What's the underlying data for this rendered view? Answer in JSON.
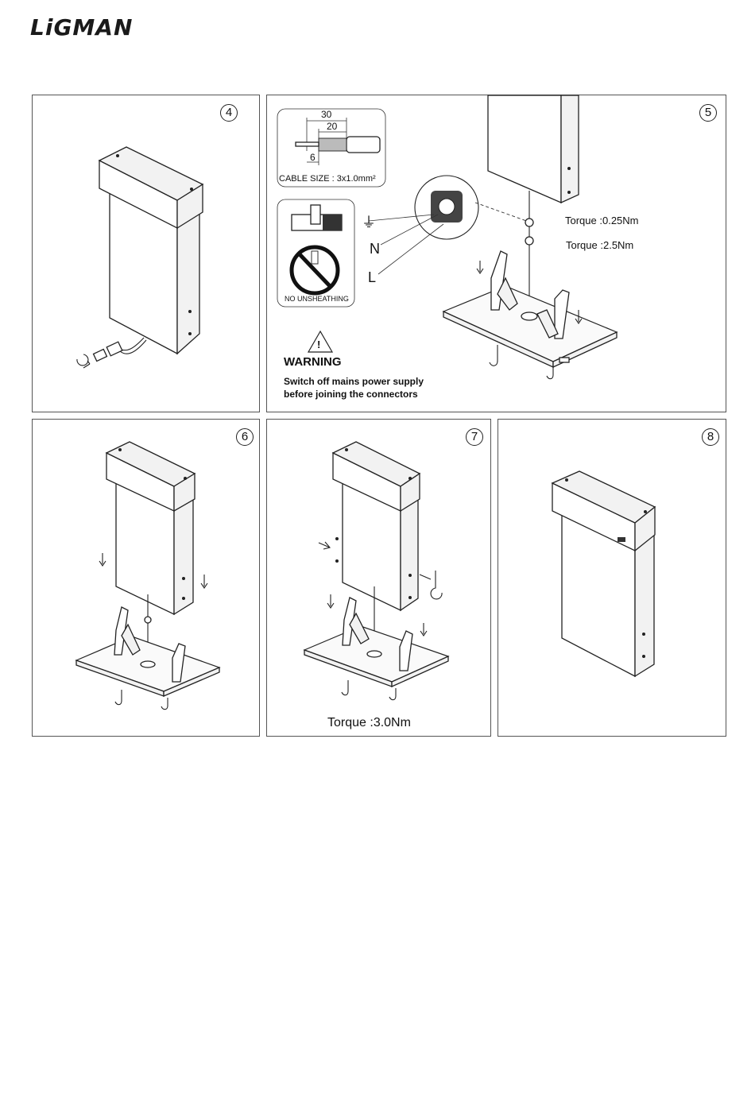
{
  "brand": {
    "logo_text": "LiGMAN"
  },
  "steps": {
    "s4": "4",
    "s5": "5",
    "s6": "6",
    "s7": "7",
    "s8": "8"
  },
  "cable_detail": {
    "dim_30": "30",
    "dim_20": "20",
    "dim_6": "6",
    "cable_size": "CABLE SIZE : 3x1.0mm²"
  },
  "no_unsheathing": "NO UNSHEATHING",
  "wiring": {
    "earth_symbol": "⏚",
    "neutral": "N",
    "live": "L",
    "torque_small": "Torque :0.25Nm",
    "torque_medium": "Torque :2.5Nm"
  },
  "warning": {
    "icon": "!",
    "title": "WARNING",
    "line1": "Switch off mains power supply",
    "line2": "before joining the connectors"
  },
  "step7_torque": "Torque :3.0Nm"
}
